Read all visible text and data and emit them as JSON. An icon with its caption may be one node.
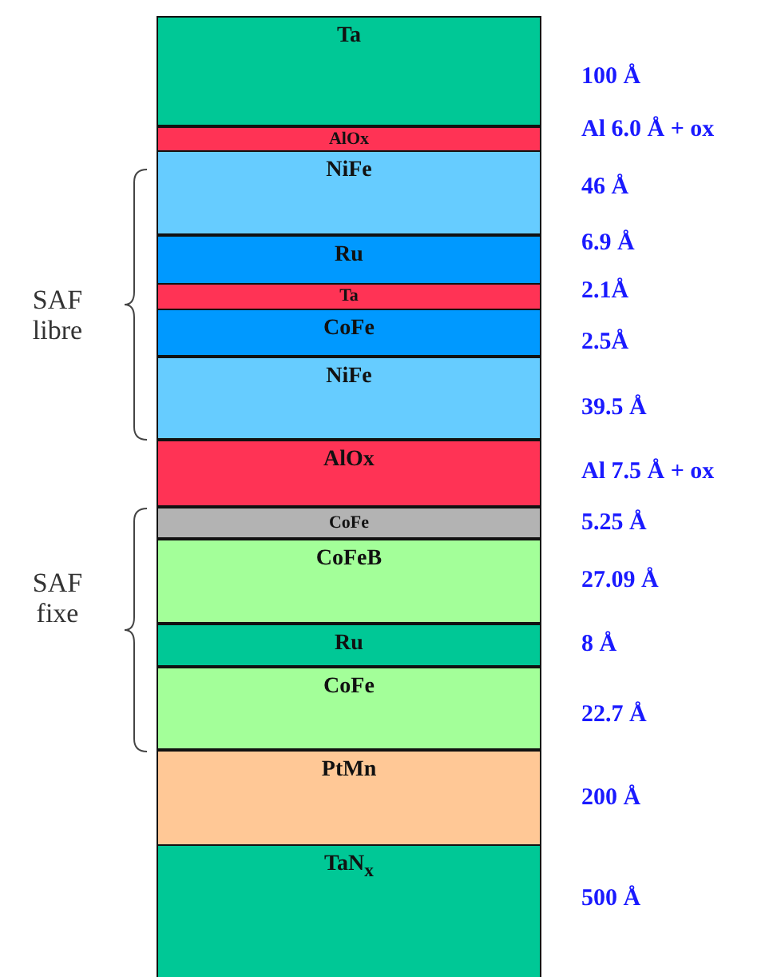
{
  "diagram": {
    "nodes": [
      {
        "text": [
          "Ta"
        ],
        "beside": [
          "100 Å"
        ]
      },
      {
        "text": [
          "AlOx"
        ],
        "beside": [
          "Al 6.0 Å + ox"
        ]
      },
      {
        "text": [
          "NiFe"
        ],
        "beside": [
          "46 Å"
        ]
      },
      {
        "text": [
          "Ru"
        ],
        "beside": [
          "6.9 Å"
        ]
      },
      {
        "text": [
          "Ta"
        ],
        "beside": [
          "2.1Å"
        ]
      },
      {
        "text": [
          "CoFe"
        ],
        "beside": [
          "2.5Å"
        ]
      },
      {
        "text": [
          "NiFe"
        ],
        "beside": [
          "39.5 Å"
        ]
      },
      {
        "text": [
          "AlOx"
        ],
        "beside": [
          "Al 7.5 Å + ox"
        ]
      },
      {
        "text": [
          "CoFe"
        ],
        "beside": [
          "5.25 Å"
        ]
      },
      {
        "text": [
          "CoFeB"
        ],
        "beside": [
          "27.09 Å"
        ]
      },
      {
        "text": [
          "Ru"
        ],
        "beside": [
          "8 Å"
        ]
      },
      {
        "text": [
          "CoFe"
        ],
        "beside": [
          "22.7 Å"
        ]
      },
      {
        "text": [
          "PtMn"
        ],
        "beside": [
          "200 Å"
        ]
      },
      {
        "text": [
          "TaN$_{x}$"
        ],
        "beside": [
          "500 Å"
        ]
      }
    ],
    "labels": [
      "SAF libre",
      "SAF fixe"
    ]
  }
}
